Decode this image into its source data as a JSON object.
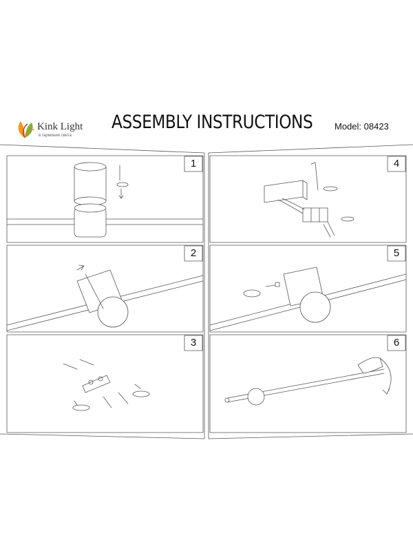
{
  "header": {
    "brand_name": "Kink Light",
    "brand_tagline": "в гармонии света",
    "title": "ASSEMBLY INSTRUCTIONS",
    "model": "Model: 08423"
  },
  "steps": [
    {
      "number": "1"
    },
    {
      "number": "2"
    },
    {
      "number": "3"
    },
    {
      "number": "4"
    },
    {
      "number": "5"
    },
    {
      "number": "6"
    }
  ],
  "colors": {
    "line": "#555555",
    "brand_orange": "#f39a1e",
    "brand_green": "#7bb23a"
  }
}
